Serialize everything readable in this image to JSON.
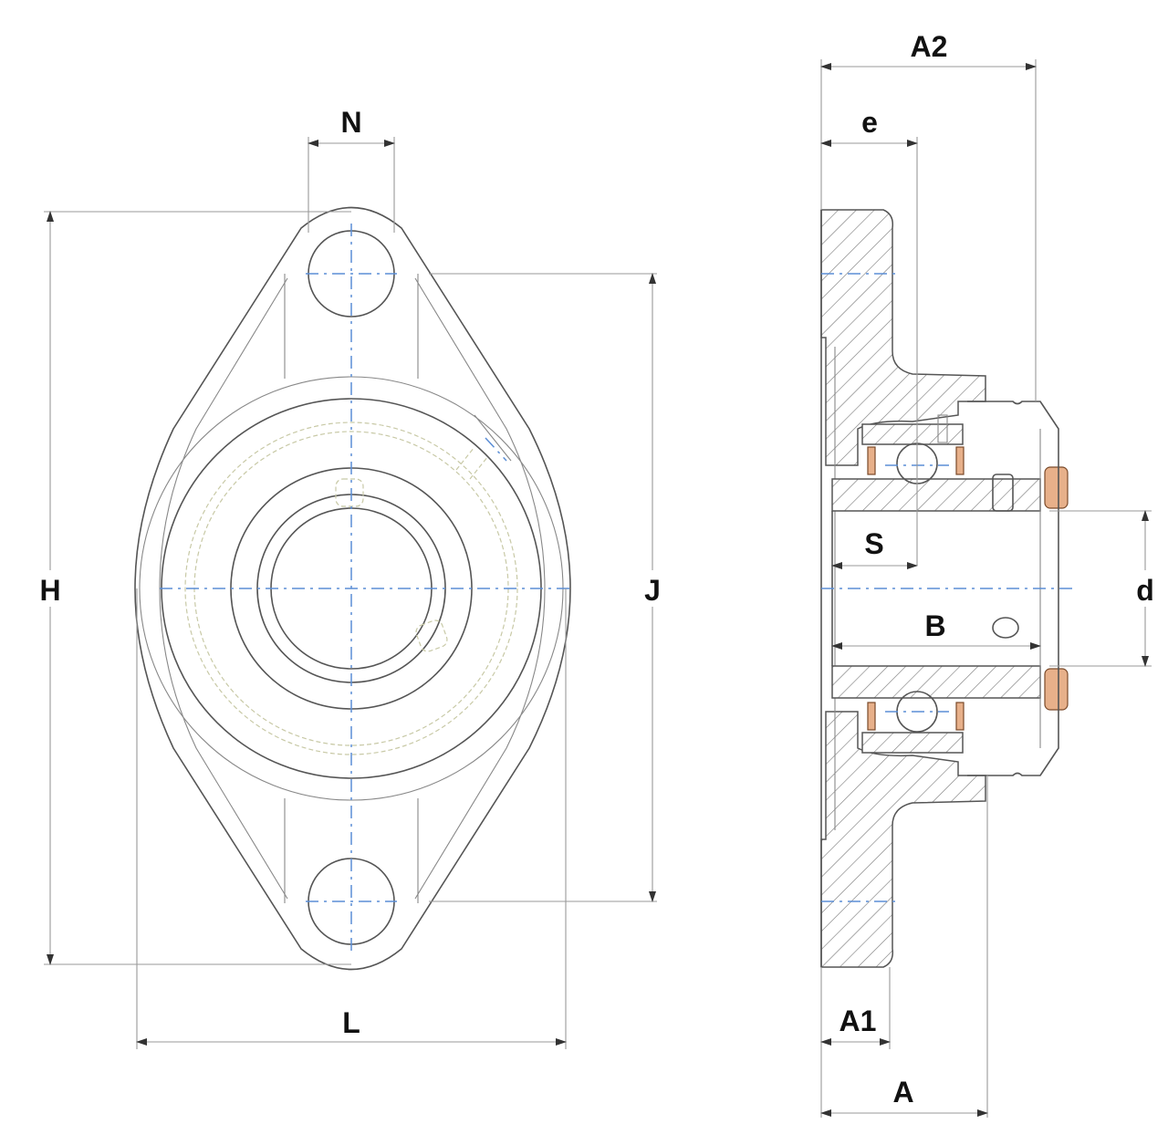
{
  "diagram": {
    "labels": {
      "N": "N",
      "H": "H",
      "J": "J",
      "L": "L",
      "A2": "A2",
      "e": "e",
      "S": "S",
      "B": "B",
      "d": "d",
      "A1": "A1",
      "A": "A"
    },
    "colors": {
      "outline": "#555555",
      "centerline": "#5b8ed6",
      "seal": "#e7b08a",
      "cage": "#c8c9a6"
    }
  }
}
